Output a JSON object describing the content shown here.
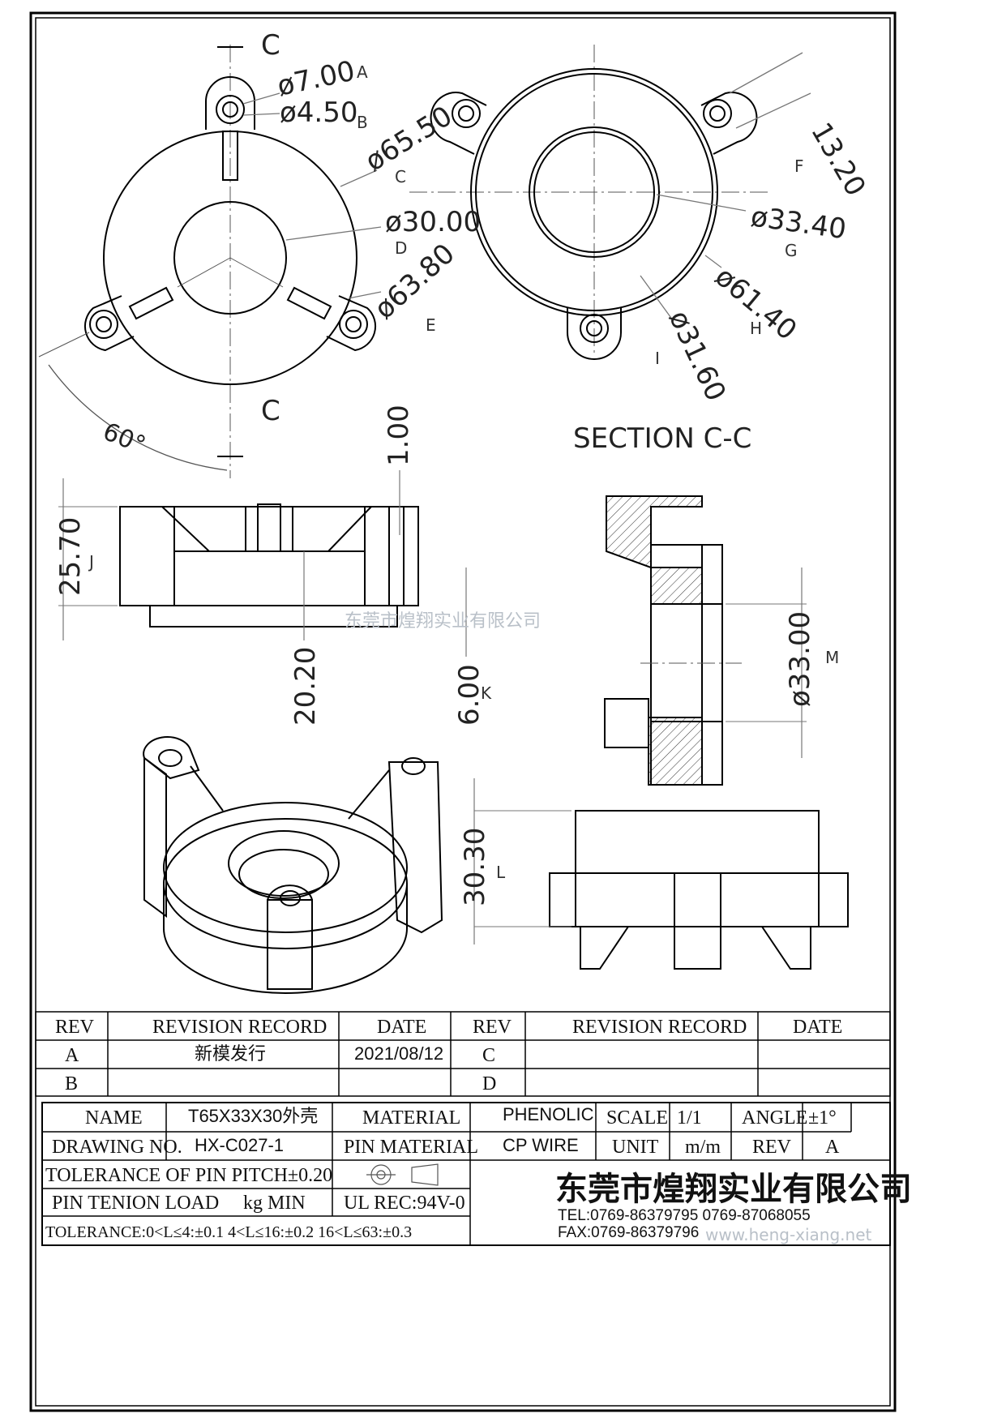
{
  "labels": {
    "section_top": "C",
    "section_bottom": "C",
    "section_title": "SECTION C-C",
    "watermark": "东莞市煌翔实业有限公司",
    "website": "www.heng-xiang.net"
  },
  "dimensions": [
    {
      "id": "A",
      "value": "ø7.00"
    },
    {
      "id": "B",
      "value": "ø4.50"
    },
    {
      "id": "C",
      "value": "ø65.50"
    },
    {
      "id": "D",
      "value": "ø30.00"
    },
    {
      "id": "E",
      "value": "ø63.80"
    },
    {
      "id": "F",
      "value": "13.20"
    },
    {
      "id": "G",
      "value": "ø33.40"
    },
    {
      "id": "H",
      "value": "ø61.40"
    },
    {
      "id": "I",
      "value": "ø31.60"
    },
    {
      "id": "J",
      "value": "25.70"
    },
    {
      "id": "K",
      "value": "6.00"
    },
    {
      "id": "L",
      "value": "30.30"
    },
    {
      "id": "M",
      "value": "ø33.00"
    },
    {
      "id": "",
      "value": "1.00"
    },
    {
      "id": "",
      "value": "20.20"
    },
    {
      "id": "",
      "value": "60°"
    }
  ],
  "revision_table": {
    "headers": [
      "REV",
      "REVISION RECORD",
      "DATE",
      "REV",
      "REVISION RECORD",
      "DATE"
    ],
    "rows": [
      [
        "A",
        "新模发行",
        "2021/08/12",
        "C",
        "",
        ""
      ],
      [
        "B",
        "",
        "",
        "D",
        "",
        ""
      ]
    ]
  },
  "title_block": {
    "name_label": "NAME",
    "name_value": "T65X33X30外壳",
    "material_label": "MATERIAL",
    "material_value": "PHENOLIC",
    "scale_label": "SCALE",
    "scale_value": "1/1",
    "angle_label": "ANGLE",
    "angle_value": "±1°",
    "drawing_no_label": "DRAWING NO.",
    "drawing_no_value": "HX-C027-1",
    "pin_material_label": "PIN MATERIAL",
    "pin_material_value": "CP WIRE",
    "unit_label": "UNIT",
    "unit_value": "m/m",
    "rev_label": "REV",
    "rev_value": "A",
    "tolerance_pitch": "TOLERANCE OF PIN PITCH±0.20",
    "pin_tension": "PIN TENION LOAD",
    "pin_tension_unit": "kg MIN",
    "ul_rec": "UL REC:94V-0",
    "tolerance_general": "TOLERANCE:0<L≤4:±0.1  4<L≤16:±0.2  16<L≤63:±0.3",
    "company": "东莞市煌翔实业有限公司",
    "tel": "TEL:0769-86379795    0769-87068055",
    "fax": "FAX:0769-86379796"
  }
}
